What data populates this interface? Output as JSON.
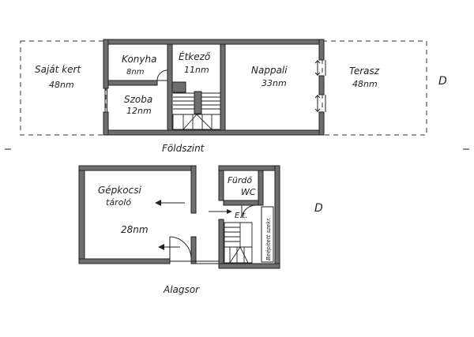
{
  "ground_floor": {
    "title": "Földszint",
    "garden": {
      "name": "Saját kert",
      "area": "48nm"
    },
    "kitchen": {
      "name": "Konyha",
      "area": "8nm"
    },
    "dining": {
      "name": "Étkező",
      "area": "11nm"
    },
    "room": {
      "name": "Szoba",
      "area": "12nm"
    },
    "living": {
      "name": "Nappali",
      "area": "33nm"
    },
    "terrace": {
      "name": "Terasz",
      "area": "48nm"
    },
    "orientation_mark": "D"
  },
  "basement": {
    "title": "Alagsor",
    "garage": {
      "name_line1": "Gépkocsi",
      "name_line2": "tároló",
      "area": "28nm"
    },
    "bathroom": {
      "name_line1": "Fürdő",
      "name_line2": "WC"
    },
    "entry": "E.t.",
    "built_in_cabinet": "Beépített szekr.",
    "orientation_mark": "D"
  }
}
